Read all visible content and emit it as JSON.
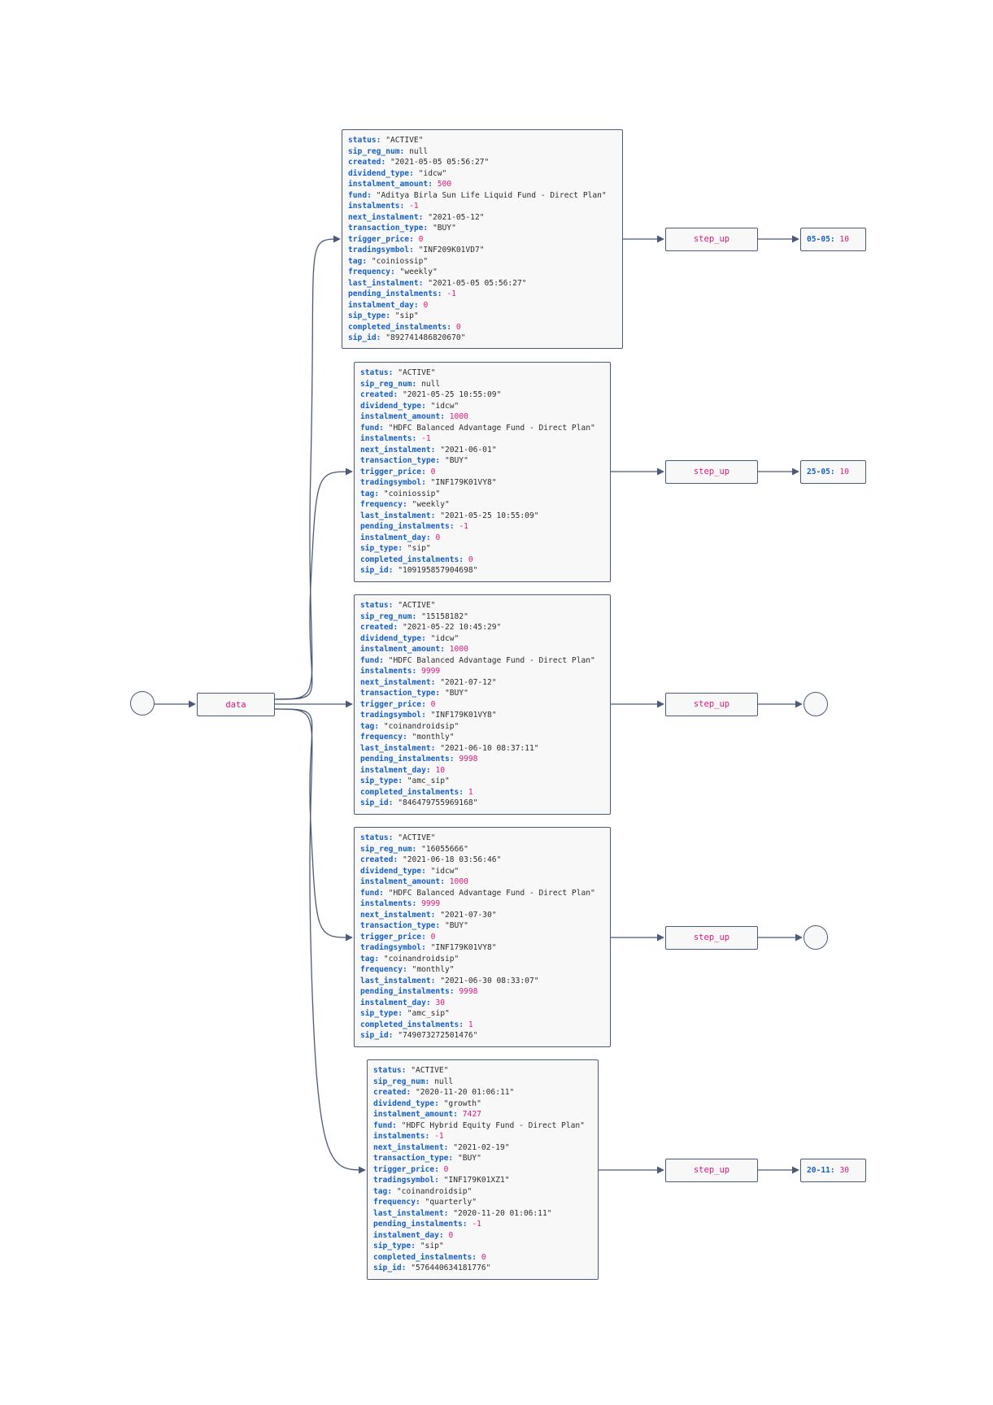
{
  "root_label": "data",
  "step_label": "step_up",
  "records": [
    {
      "fields": [
        {
          "key": "status",
          "value": "\"ACTIVE\"",
          "type": "string"
        },
        {
          "key": "sip_reg_num",
          "value": "null",
          "type": "null"
        },
        {
          "key": "created",
          "value": "\"2021-05-05 05:56:27\"",
          "type": "string"
        },
        {
          "key": "dividend_type",
          "value": "\"idcw\"",
          "type": "string"
        },
        {
          "key": "instalment_amount",
          "value": "500",
          "type": "number"
        },
        {
          "key": "fund",
          "value": "\"Aditya Birla Sun Life Liquid Fund - Direct Plan\"",
          "type": "string"
        },
        {
          "key": "instalments",
          "value": "-1",
          "type": "number"
        },
        {
          "key": "next_instalment",
          "value": "\"2021-05-12\"",
          "type": "string"
        },
        {
          "key": "transaction_type",
          "value": "\"BUY\"",
          "type": "string"
        },
        {
          "key": "trigger_price",
          "value": "0",
          "type": "number"
        },
        {
          "key": "tradingsymbol",
          "value": "\"INF209K01VD7\"",
          "type": "string"
        },
        {
          "key": "tag",
          "value": "\"coiniossip\"",
          "type": "string"
        },
        {
          "key": "frequency",
          "value": "\"weekly\"",
          "type": "string"
        },
        {
          "key": "last_instalment",
          "value": "\"2021-05-05 05:56:27\"",
          "type": "string"
        },
        {
          "key": "pending_instalments",
          "value": "-1",
          "type": "number"
        },
        {
          "key": "instalment_day",
          "value": "0",
          "type": "number"
        },
        {
          "key": "sip_type",
          "value": "\"sip\"",
          "type": "string"
        },
        {
          "key": "completed_instalments",
          "value": "0",
          "type": "number"
        },
        {
          "key": "sip_id",
          "value": "\"892741486820670\"",
          "type": "string"
        }
      ],
      "step_up": {
        "key": "05-05",
        "value": "10"
      }
    },
    {
      "fields": [
        {
          "key": "status",
          "value": "\"ACTIVE\"",
          "type": "string"
        },
        {
          "key": "sip_reg_num",
          "value": "null",
          "type": "null"
        },
        {
          "key": "created",
          "value": "\"2021-05-25 10:55:09\"",
          "type": "string"
        },
        {
          "key": "dividend_type",
          "value": "\"idcw\"",
          "type": "string"
        },
        {
          "key": "instalment_amount",
          "value": "1000",
          "type": "number"
        },
        {
          "key": "fund",
          "value": "\"HDFC Balanced Advantage Fund - Direct Plan\"",
          "type": "string"
        },
        {
          "key": "instalments",
          "value": "-1",
          "type": "number"
        },
        {
          "key": "next_instalment",
          "value": "\"2021-06-01\"",
          "type": "string"
        },
        {
          "key": "transaction_type",
          "value": "\"BUY\"",
          "type": "string"
        },
        {
          "key": "trigger_price",
          "value": "0",
          "type": "number"
        },
        {
          "key": "tradingsymbol",
          "value": "\"INF179K01VY8\"",
          "type": "string"
        },
        {
          "key": "tag",
          "value": "\"coiniossip\"",
          "type": "string"
        },
        {
          "key": "frequency",
          "value": "\"weekly\"",
          "type": "string"
        },
        {
          "key": "last_instalment",
          "value": "\"2021-05-25 10:55:09\"",
          "type": "string"
        },
        {
          "key": "pending_instalments",
          "value": "-1",
          "type": "number"
        },
        {
          "key": "instalment_day",
          "value": "0",
          "type": "number"
        },
        {
          "key": "sip_type",
          "value": "\"sip\"",
          "type": "string"
        },
        {
          "key": "completed_instalments",
          "value": "0",
          "type": "number"
        },
        {
          "key": "sip_id",
          "value": "\"109195857904698\"",
          "type": "string"
        }
      ],
      "step_up": {
        "key": "25-05",
        "value": "10"
      }
    },
    {
      "fields": [
        {
          "key": "status",
          "value": "\"ACTIVE\"",
          "type": "string"
        },
        {
          "key": "sip_reg_num",
          "value": "\"15158182\"",
          "type": "string"
        },
        {
          "key": "created",
          "value": "\"2021-05-22 10:45:29\"",
          "type": "string"
        },
        {
          "key": "dividend_type",
          "value": "\"idcw\"",
          "type": "string"
        },
        {
          "key": "instalment_amount",
          "value": "1000",
          "type": "number"
        },
        {
          "key": "fund",
          "value": "\"HDFC Balanced Advantage Fund - Direct Plan\"",
          "type": "string"
        },
        {
          "key": "instalments",
          "value": "9999",
          "type": "number"
        },
        {
          "key": "next_instalment",
          "value": "\"2021-07-12\"",
          "type": "string"
        },
        {
          "key": "transaction_type",
          "value": "\"BUY\"",
          "type": "string"
        },
        {
          "key": "trigger_price",
          "value": "0",
          "type": "number"
        },
        {
          "key": "tradingsymbol",
          "value": "\"INF179K01VY8\"",
          "type": "string"
        },
        {
          "key": "tag",
          "value": "\"coinandroidsip\"",
          "type": "string"
        },
        {
          "key": "frequency",
          "value": "\"monthly\"",
          "type": "string"
        },
        {
          "key": "last_instalment",
          "value": "\"2021-06-10 08:37:11\"",
          "type": "string"
        },
        {
          "key": "pending_instalments",
          "value": "9998",
          "type": "number"
        },
        {
          "key": "instalment_day",
          "value": "10",
          "type": "number"
        },
        {
          "key": "sip_type",
          "value": "\"amc_sip\"",
          "type": "string"
        },
        {
          "key": "completed_instalments",
          "value": "1",
          "type": "number"
        },
        {
          "key": "sip_id",
          "value": "\"846479755969168\"",
          "type": "string"
        }
      ],
      "step_up": null
    },
    {
      "fields": [
        {
          "key": "status",
          "value": "\"ACTIVE\"",
          "type": "string"
        },
        {
          "key": "sip_reg_num",
          "value": "\"16055666\"",
          "type": "string"
        },
        {
          "key": "created",
          "value": "\"2021-06-18 03:56:46\"",
          "type": "string"
        },
        {
          "key": "dividend_type",
          "value": "\"idcw\"",
          "type": "string"
        },
        {
          "key": "instalment_amount",
          "value": "1000",
          "type": "number"
        },
        {
          "key": "fund",
          "value": "\"HDFC Balanced Advantage Fund - Direct Plan\"",
          "type": "string"
        },
        {
          "key": "instalments",
          "value": "9999",
          "type": "number"
        },
        {
          "key": "next_instalment",
          "value": "\"2021-07-30\"",
          "type": "string"
        },
        {
          "key": "transaction_type",
          "value": "\"BUY\"",
          "type": "string"
        },
        {
          "key": "trigger_price",
          "value": "0",
          "type": "number"
        },
        {
          "key": "tradingsymbol",
          "value": "\"INF179K01VY8\"",
          "type": "string"
        },
        {
          "key": "tag",
          "value": "\"coinandroidsip\"",
          "type": "string"
        },
        {
          "key": "frequency",
          "value": "\"monthly\"",
          "type": "string"
        },
        {
          "key": "last_instalment",
          "value": "\"2021-06-30 08:33:07\"",
          "type": "string"
        },
        {
          "key": "pending_instalments",
          "value": "9998",
          "type": "number"
        },
        {
          "key": "instalment_day",
          "value": "30",
          "type": "number"
        },
        {
          "key": "sip_type",
          "value": "\"amc_sip\"",
          "type": "string"
        },
        {
          "key": "completed_instalments",
          "value": "1",
          "type": "number"
        },
        {
          "key": "sip_id",
          "value": "\"749073272501476\"",
          "type": "string"
        }
      ],
      "step_up": null
    },
    {
      "fields": [
        {
          "key": "status",
          "value": "\"ACTIVE\"",
          "type": "string"
        },
        {
          "key": "sip_reg_num",
          "value": "null",
          "type": "null"
        },
        {
          "key": "created",
          "value": "\"2020-11-20 01:06:11\"",
          "type": "string"
        },
        {
          "key": "dividend_type",
          "value": "\"growth\"",
          "type": "string"
        },
        {
          "key": "instalment_amount",
          "value": "7427",
          "type": "number"
        },
        {
          "key": "fund",
          "value": "\"HDFC Hybrid Equity Fund - Direct Plan\"",
          "type": "string"
        },
        {
          "key": "instalments",
          "value": "-1",
          "type": "number"
        },
        {
          "key": "next_instalment",
          "value": "\"2021-02-19\"",
          "type": "string"
        },
        {
          "key": "transaction_type",
          "value": "\"BUY\"",
          "type": "string"
        },
        {
          "key": "trigger_price",
          "value": "0",
          "type": "number"
        },
        {
          "key": "tradingsymbol",
          "value": "\"INF179K01XZ1\"",
          "type": "string"
        },
        {
          "key": "tag",
          "value": "\"coinandroidsip\"",
          "type": "string"
        },
        {
          "key": "frequency",
          "value": "\"quarterly\"",
          "type": "string"
        },
        {
          "key": "last_instalment",
          "value": "\"2020-11-20 01:06:11\"",
          "type": "string"
        },
        {
          "key": "pending_instalments",
          "value": "-1",
          "type": "number"
        },
        {
          "key": "instalment_day",
          "value": "0",
          "type": "number"
        },
        {
          "key": "sip_type",
          "value": "\"sip\"",
          "type": "string"
        },
        {
          "key": "completed_instalments",
          "value": "0",
          "type": "number"
        },
        {
          "key": "sip_id",
          "value": "\"576440634181776\"",
          "type": "string"
        }
      ],
      "step_up": {
        "key": "20-11",
        "value": "30"
      }
    }
  ],
  "colors": {
    "edge": "#4a5a78",
    "node_fill": "#f8f8f8",
    "key": "#1660c4",
    "number": "#e0157c",
    "label": "#e0157c"
  }
}
